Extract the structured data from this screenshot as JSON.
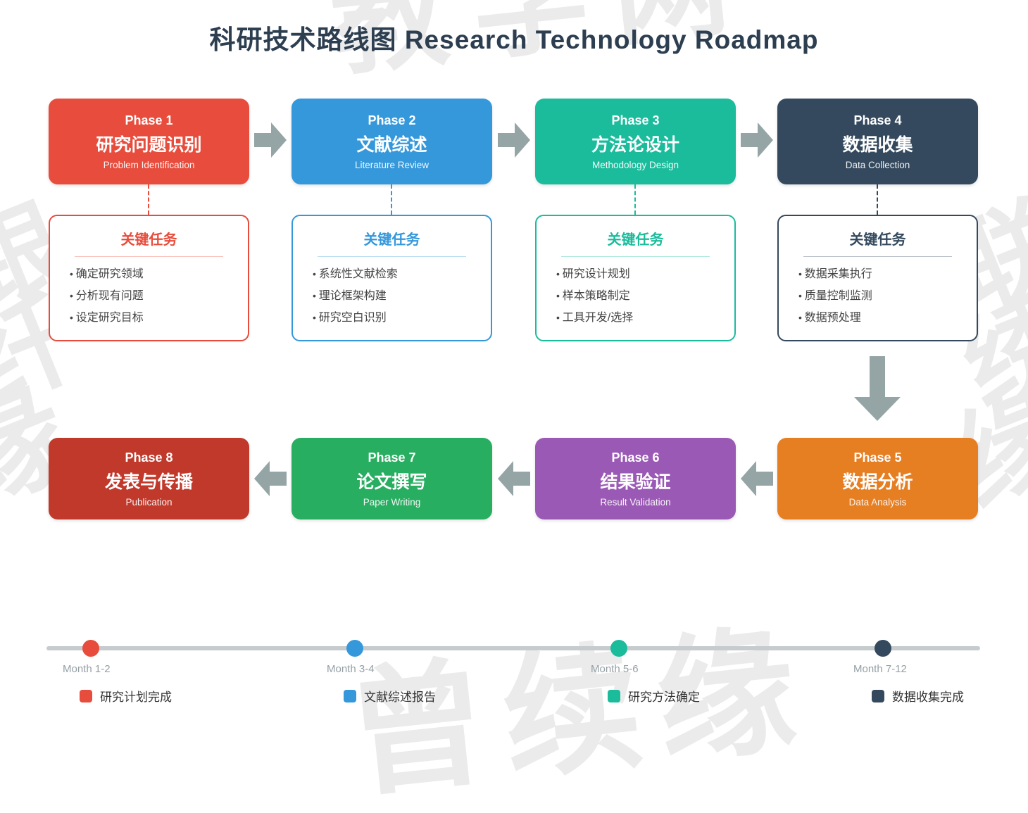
{
  "title": "科研技术路线图 Research Technology Roadmap",
  "ui": {
    "title_color": "#2C3E50",
    "arrow_color": "#95A5A6",
    "timeline_line_color": "#C6CBCE",
    "watermark_color": "#EBEBEB"
  },
  "phases": [
    {
      "num": "Phase 1",
      "zh": "研究问题识别",
      "en": "Problem Identification",
      "color": "#E74C3C"
    },
    {
      "num": "Phase 2",
      "zh": "文献综述",
      "en": "Literature Review",
      "color": "#3498DB"
    },
    {
      "num": "Phase 3",
      "zh": "方法论设计",
      "en": "Methodology Design",
      "color": "#1ABC9C"
    },
    {
      "num": "Phase 4",
      "zh": "数据收集",
      "en": "Data Collection",
      "color": "#34495E"
    },
    {
      "num": "Phase 5",
      "zh": "数据分析",
      "en": "Data Analysis",
      "color": "#E67E22"
    },
    {
      "num": "Phase 6",
      "zh": "结果验证",
      "en": "Result Validation",
      "color": "#9B59B6"
    },
    {
      "num": "Phase 7",
      "zh": "论文撰写",
      "en": "Paper Writing",
      "color": "#27AE60"
    },
    {
      "num": "Phase 8",
      "zh": "发表与传播",
      "en": "Publication",
      "color": "#C0392B"
    }
  ],
  "tasks": [
    {
      "title": "关键任务",
      "items": [
        "确定研究领域",
        "分析现有问题",
        "设定研究目标"
      ]
    },
    {
      "title": "关键任务",
      "items": [
        "系统性文献检索",
        "理论框架构建",
        "研究空白识别"
      ]
    },
    {
      "title": "关键任务",
      "items": [
        "研究设计规划",
        "样本策略制定",
        "工具开发/选择"
      ]
    },
    {
      "title": "关键任务",
      "items": [
        "数据采集执行",
        "质量控制监测",
        "数据预处理"
      ]
    }
  ],
  "timeline": {
    "milestones": [
      {
        "month": "Month 1-2",
        "label": "研究计划完成",
        "color": "#E74C3C"
      },
      {
        "month": "Month 3-4",
        "label": "文献综述报告",
        "color": "#3498DB"
      },
      {
        "month": "Month 5-6",
        "label": "研究方法确定",
        "color": "#1ABC9C"
      },
      {
        "month": "Month 7-12",
        "label": "数据收集完成",
        "color": "#34495E"
      }
    ]
  },
  "watermarks": {
    "top": "教学网",
    "bottom": "曾续缘",
    "left": [
      "跟",
      "纤",
      "缘"
    ],
    "right": [
      "联",
      "绣",
      "缘"
    ]
  }
}
